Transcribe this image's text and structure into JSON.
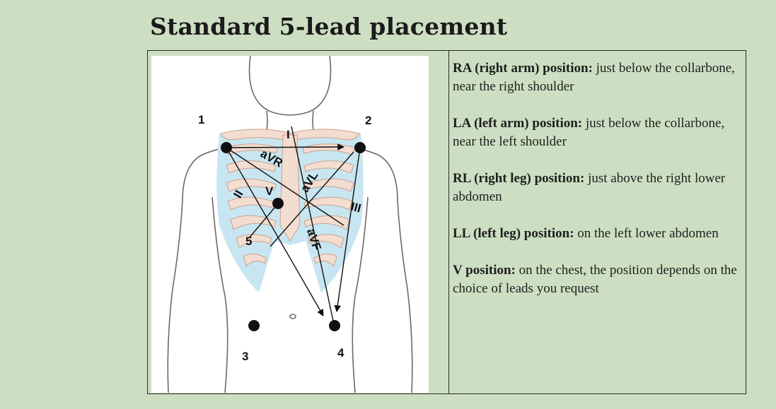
{
  "title": "Standard 5-lead placement",
  "electrodes": {
    "one": "1",
    "two": "2",
    "three": "3",
    "four": "4",
    "five": "5"
  },
  "leads": {
    "i": "I",
    "ii": "II",
    "iii": "III",
    "avr": "aVR",
    "avl": "aVL",
    "avf": "aVF",
    "v": "V"
  },
  "positions": [
    {
      "label": "RA (right arm) position:",
      "text": " just below the collarbone, near the right shoulder"
    },
    {
      "label": "LA (left arm) position:",
      "text": " just below the collarbone, near the left shoulder"
    },
    {
      "label": "RL (right leg) position:",
      "text": " just above the right lower abdomen"
    },
    {
      "label": "LL (left leg) position:",
      "text": " on the left lower abdomen"
    },
    {
      "label": "V position:",
      "text": " on the chest, the position depends on the choice of leads you request"
    }
  ]
}
